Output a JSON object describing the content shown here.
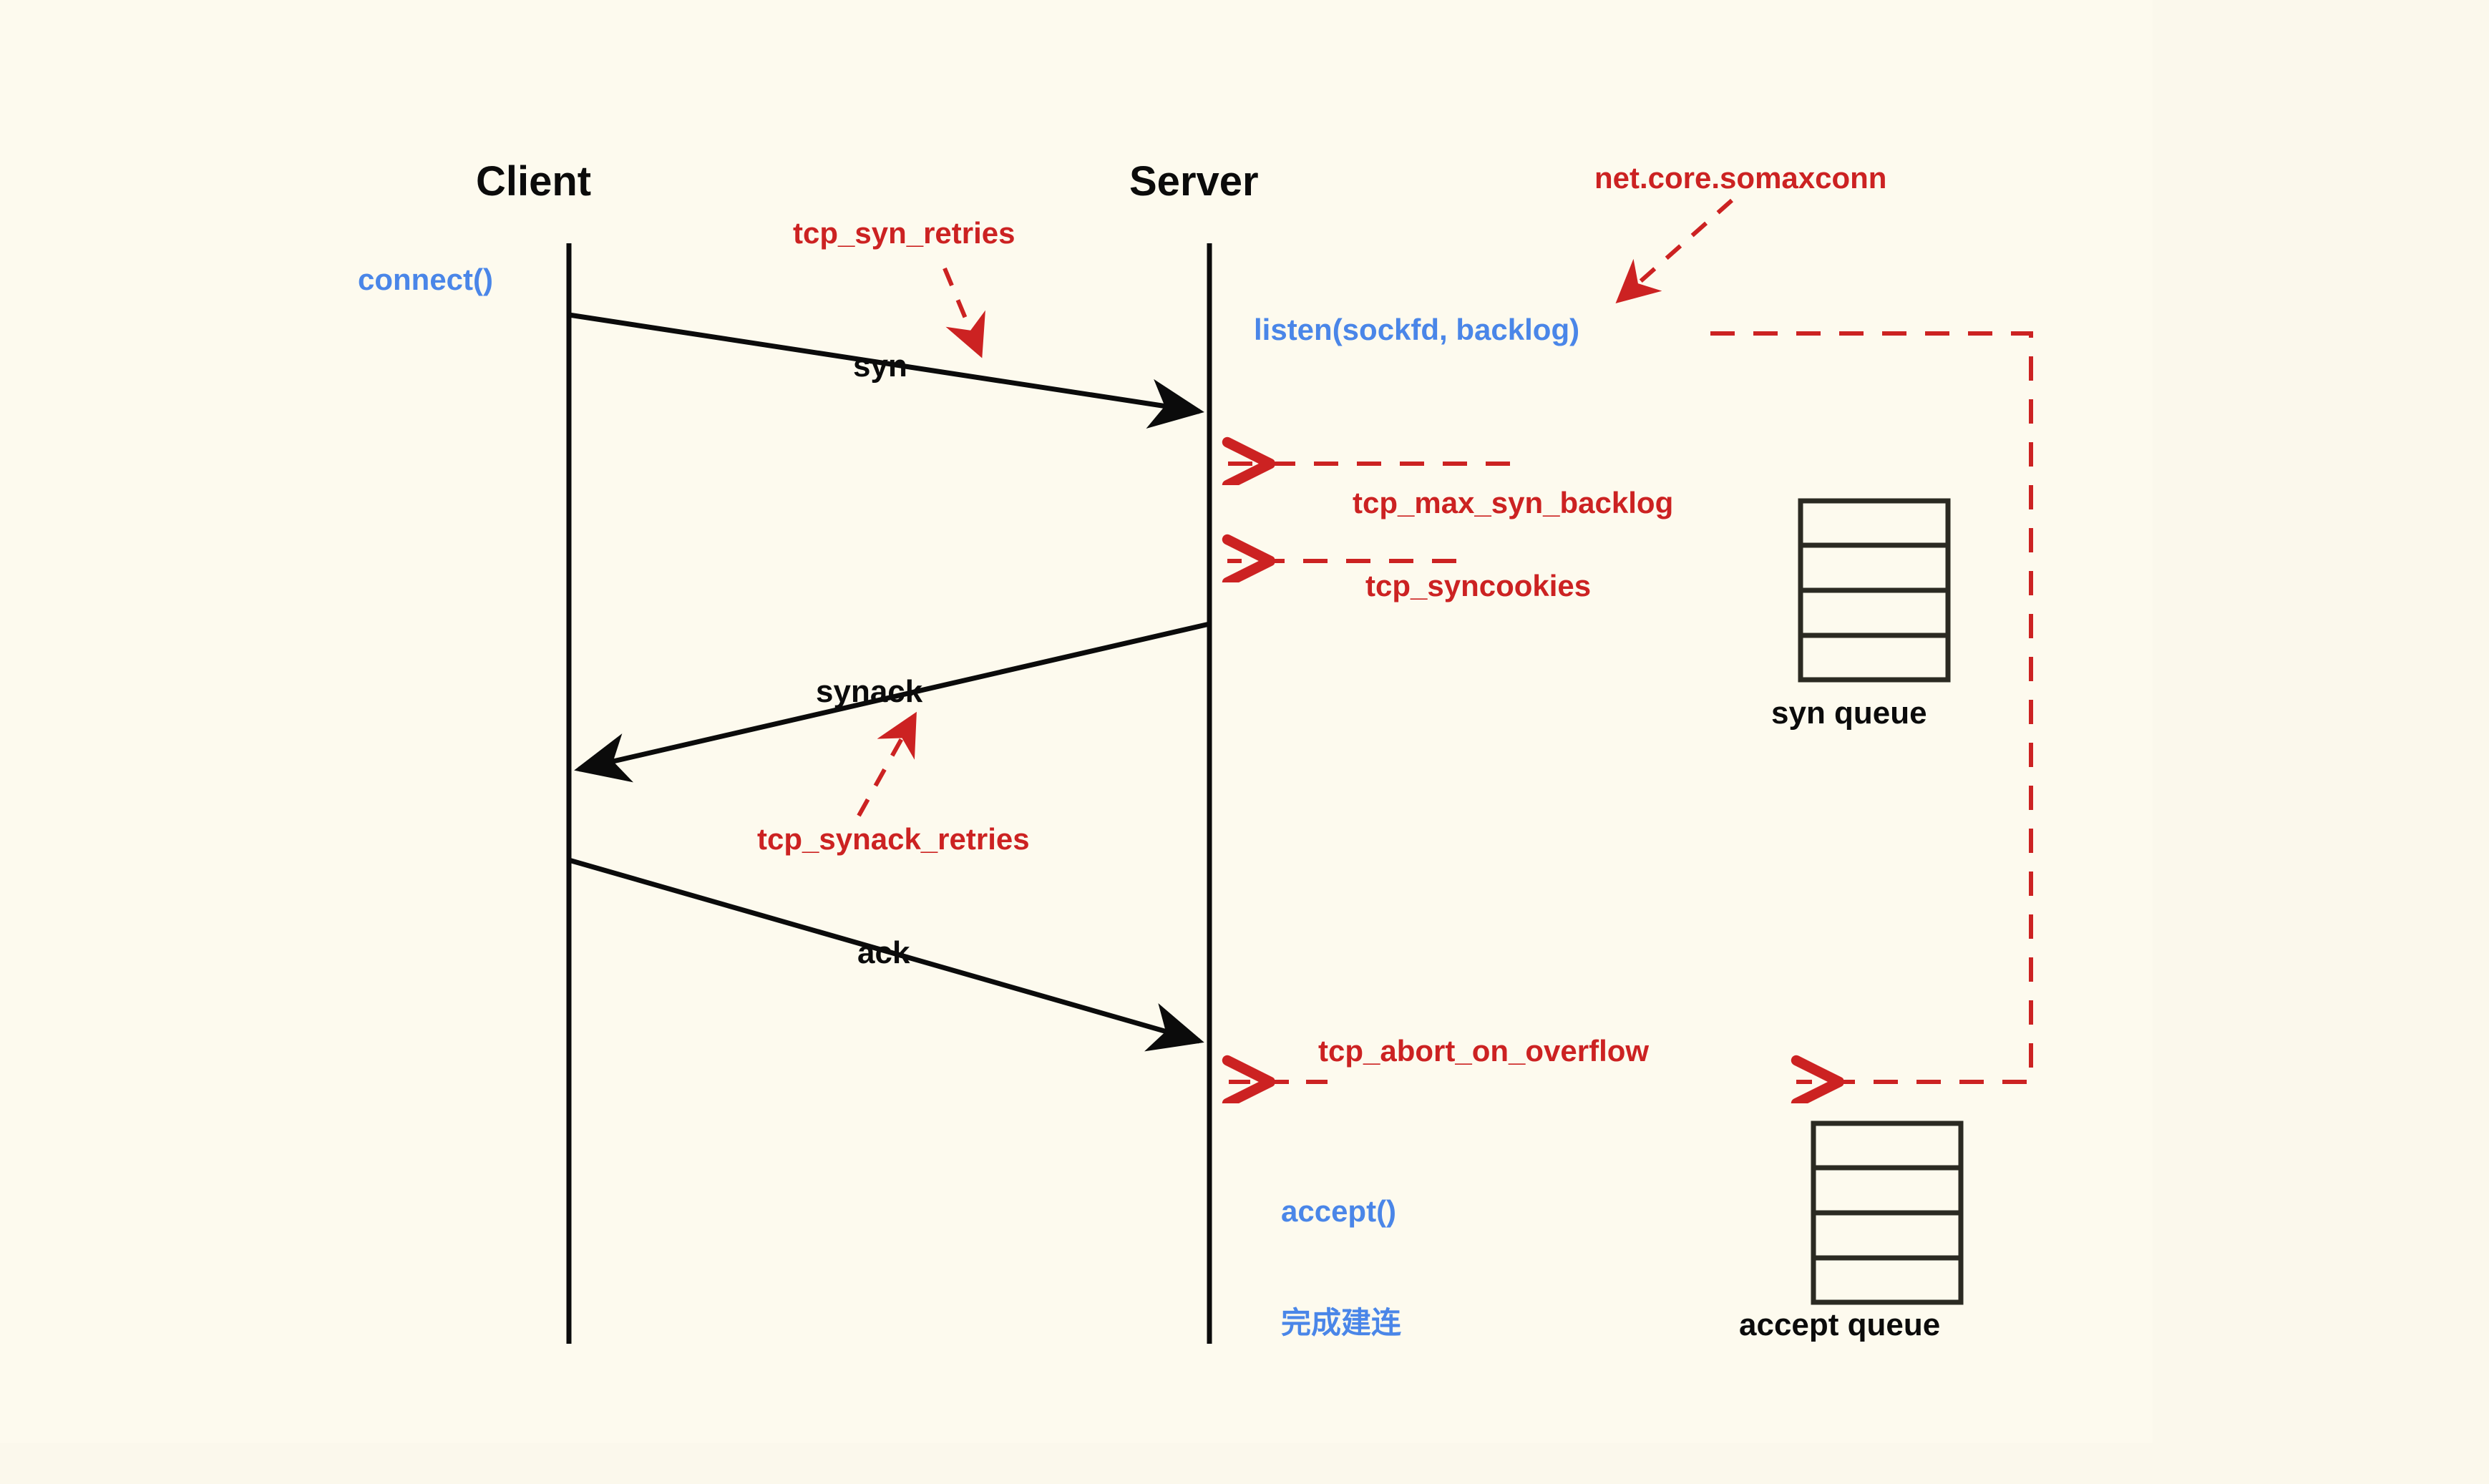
{
  "diagram": {
    "title_client": "Client",
    "title_server": "Server",
    "colors": {
      "background": "#fdfaee",
      "outer_background": "#fbf8ec",
      "black": "#0b0b0b",
      "red": "#cc2222",
      "blue": "#4a86e8"
    },
    "lifelines": [
      {
        "name": "client-lifeline",
        "label": "Client"
      },
      {
        "name": "server-lifeline",
        "label": "Server"
      }
    ],
    "messages": [
      {
        "name": "syn",
        "label": "syn",
        "direction": "client-to-server"
      },
      {
        "name": "synack",
        "label": "synack",
        "direction": "server-to-client"
      },
      {
        "name": "ack",
        "label": "ack",
        "direction": "client-to-server"
      }
    ],
    "api_calls": [
      {
        "name": "connect",
        "label": "connect()"
      },
      {
        "name": "listen",
        "label": "listen(sockfd, backlog)"
      },
      {
        "name": "accept",
        "label": "accept()"
      },
      {
        "name": "done",
        "label": "完成建连"
      }
    ],
    "kernel_params": [
      {
        "name": "tcp-syn-retries",
        "label": "tcp_syn_retries"
      },
      {
        "name": "net-core-somaxconn",
        "label": "net.core.somaxconn"
      },
      {
        "name": "tcp-max-syn-backlog",
        "label": "tcp_max_syn_backlog"
      },
      {
        "name": "tcp-syncookies",
        "label": "tcp_syncookies"
      },
      {
        "name": "tcp-synack-retries",
        "label": "tcp_synack_retries"
      },
      {
        "name": "tcp-abort-on-overflow",
        "label": "tcp_abort_on_overflow"
      }
    ],
    "queues": [
      {
        "name": "syn-queue",
        "label": "syn queue",
        "slots": 4
      },
      {
        "name": "accept-queue",
        "label": "accept queue",
        "slots": 4
      }
    ]
  }
}
